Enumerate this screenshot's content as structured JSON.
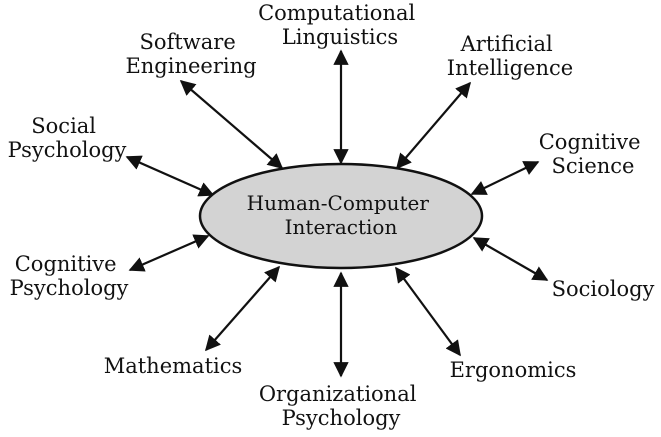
{
  "center": {
    "lines": [
      "Human-Computer",
      "Interaction"
    ]
  },
  "disciplines": [
    {
      "id": "computational-linguistics",
      "lines": [
        "Computational",
        "Linguistics"
      ]
    },
    {
      "id": "software-engineering",
      "lines": [
        "Software",
        "Engineering"
      ]
    },
    {
      "id": "artificial-intelligence",
      "lines": [
        "Artificial",
        "Intelligence"
      ]
    },
    {
      "id": "social-psychology",
      "lines": [
        "Social",
        "Psychology"
      ]
    },
    {
      "id": "cognitive-science",
      "lines": [
        "Cognitive",
        "Science"
      ]
    },
    {
      "id": "cognitive-psychology",
      "lines": [
        "Cognitive",
        "Psychology"
      ]
    },
    {
      "id": "sociology",
      "lines": [
        "Sociology"
      ]
    },
    {
      "id": "mathematics",
      "lines": [
        "Mathematics"
      ]
    },
    {
      "id": "ergonomics",
      "lines": [
        "Ergonomics"
      ]
    },
    {
      "id": "organizational-psychology",
      "lines": [
        "Organizational",
        "Psychology"
      ]
    }
  ]
}
